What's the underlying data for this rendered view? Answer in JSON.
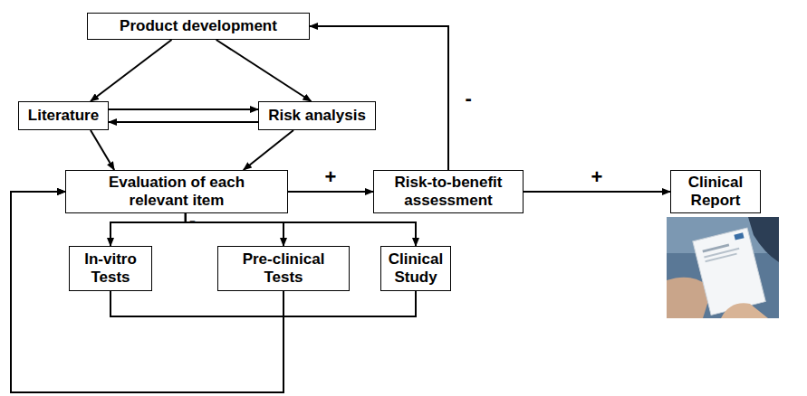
{
  "diagram": {
    "nodes": [
      {
        "text": [
          "Product development"
        ]
      },
      {
        "text": [
          "Literature"
        ]
      },
      {
        "text": [
          "Risk analysis"
        ]
      },
      {
        "text": [
          "Evaluation of each relevant item"
        ]
      },
      {
        "text": [
          "Risk-to-benefit assessment"
        ]
      },
      {
        "text": [
          "Clinical Report"
        ]
      },
      {
        "text": [
          "In-vitro Tests"
        ]
      },
      {
        "text": [
          "Pre-clinical Tests"
        ]
      },
      {
        "text": [
          "Clinical Study"
        ]
      }
    ],
    "edges": [
      {
        "from": 0,
        "to": 1,
        "arrow": "to"
      },
      {
        "from": 0,
        "to": 2,
        "arrow": "to"
      },
      {
        "from": 1,
        "to": 2,
        "arrow": "to"
      },
      {
        "from": 2,
        "to": 1,
        "arrow": "to"
      },
      {
        "from": 1,
        "to": 3,
        "arrow": "to"
      },
      {
        "from": 2,
        "to": 3,
        "arrow": "to"
      },
      {
        "from": 3,
        "to": 4,
        "label": "+",
        "arrow": "to"
      },
      {
        "from": 4,
        "to": 0,
        "label": "-",
        "arrow": "to"
      },
      {
        "from": 4,
        "to": 5,
        "label": "+",
        "arrow": "to"
      },
      {
        "from": 3,
        "to": 6,
        "arrow": "to"
      },
      {
        "from": 3,
        "to": 7,
        "label": "-",
        "arrow": "to"
      },
      {
        "from": 3,
        "to": 8,
        "arrow": "to"
      },
      {
        "from": 6,
        "to": 3,
        "arrow": "to"
      },
      {
        "from": 7,
        "to": 3,
        "arrow": "to"
      },
      {
        "from": 8,
        "to": 3,
        "arrow": "to"
      }
    ]
  }
}
